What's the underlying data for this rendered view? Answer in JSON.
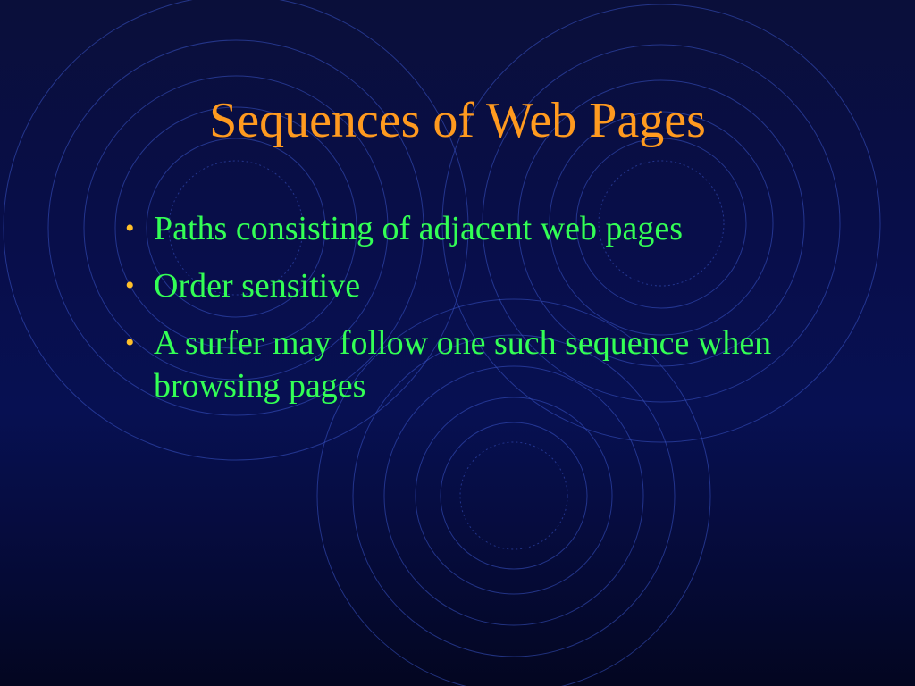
{
  "slide": {
    "title": "Sequences of Web Pages",
    "bullet_symbol": "•",
    "bullets": [
      "Paths consisting of adjacent web pages",
      "Order sensitive",
      "A surfer may follow one such sequence when browsing pages"
    ]
  },
  "colors": {
    "title": "#ff9a1f",
    "bullet_text": "#33ff55",
    "bullet_mark": "#ffbf2a",
    "circle_stroke": "#3a56c8"
  }
}
